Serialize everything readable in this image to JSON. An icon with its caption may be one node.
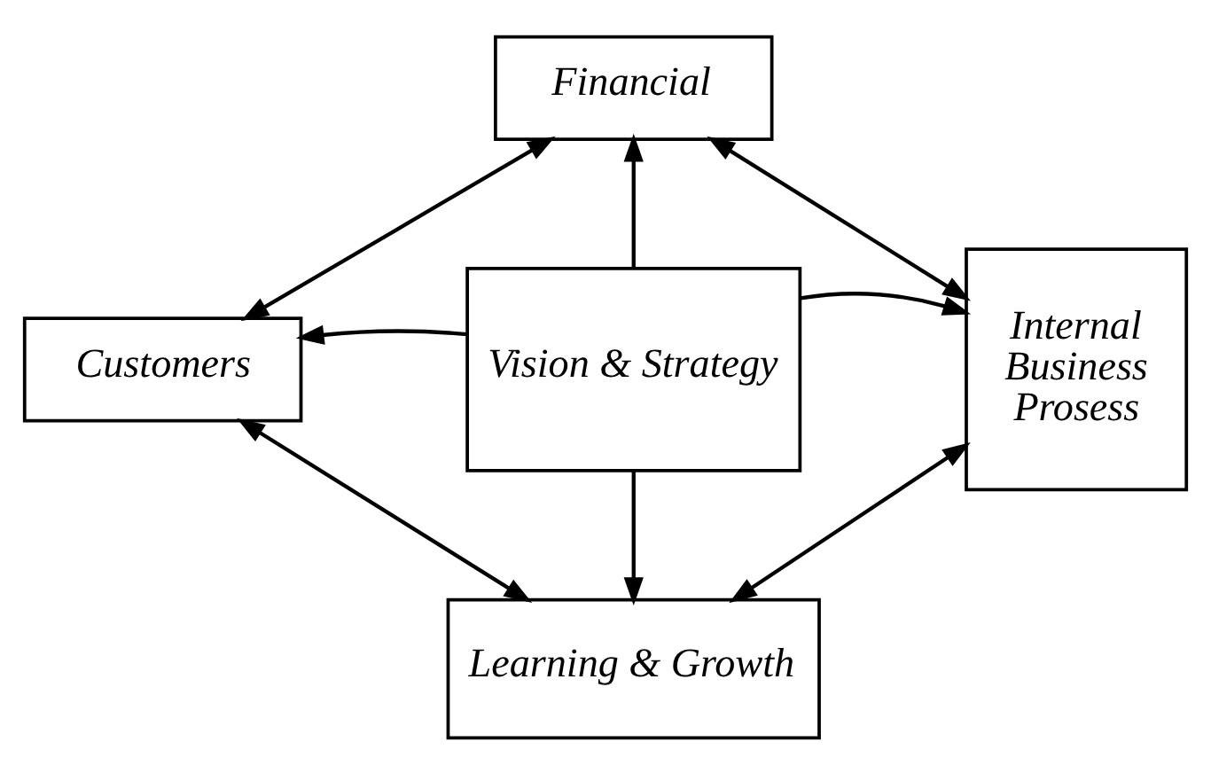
{
  "diagram": {
    "nodes": [
      {
        "text": [
          "Financial"
        ]
      },
      {
        "text": [
          "Customers"
        ]
      },
      {
        "text": [
          "Vision & Strategy"
        ]
      },
      {
        "text": [
          "Internal Business Prosess"
        ]
      },
      {
        "text": [
          "Learning & Growth"
        ]
      }
    ],
    "edges": [
      {
        "from": 2,
        "to": 0,
        "arrow": "to"
      },
      {
        "from": 2,
        "to": 1,
        "arrow": "to"
      },
      {
        "from": 2,
        "to": 3,
        "arrow": "to"
      },
      {
        "from": 2,
        "to": 4,
        "arrow": "to"
      },
      {
        "from": 0,
        "to": 1,
        "arrow": "both"
      },
      {
        "from": 0,
        "to": 3,
        "arrow": "both"
      },
      {
        "from": 1,
        "to": 4,
        "arrow": "both"
      },
      {
        "from": 3,
        "to": 4,
        "arrow": "both"
      }
    ]
  }
}
